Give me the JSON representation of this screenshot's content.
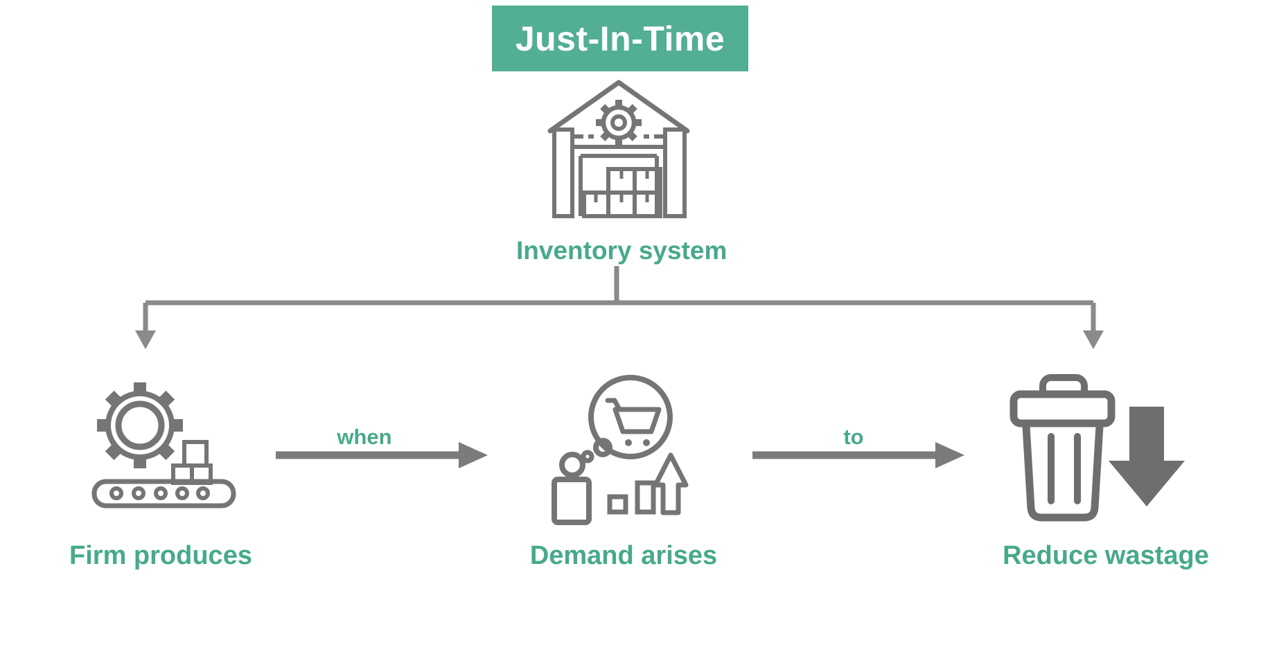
{
  "title": {
    "label": "Just-In-Time"
  },
  "root": {
    "label": "Inventory system",
    "icon": "warehouse-icon"
  },
  "branches": [
    {
      "id": "firm-produces",
      "label": "Firm produces",
      "icon": "gear-conveyor-icon"
    },
    {
      "id": "demand-arises",
      "label": "Demand arises",
      "icon": "thought-bubble-cart-icon"
    },
    {
      "id": "reduce-wastage",
      "label": "Reduce wastage",
      "icon": "trash-down-arrow-icon"
    }
  ],
  "arrows": [
    {
      "label": "when",
      "from": "Firm produces",
      "to": "Demand arises"
    },
    {
      "label": "to",
      "from": "Demand arises",
      "to": "Reduce wastage"
    }
  ],
  "colors": {
    "title_bg": "#52AE94",
    "title_text": "#FFFFFF",
    "accent_green": "#47A98B",
    "icon_gray": "#757575",
    "connector_gray": "#8A8A8A",
    "arrow_gray": "#7B7B7B",
    "trash_gray": "#6E6E6E",
    "canvas_bg": "#FFFFFF"
  }
}
